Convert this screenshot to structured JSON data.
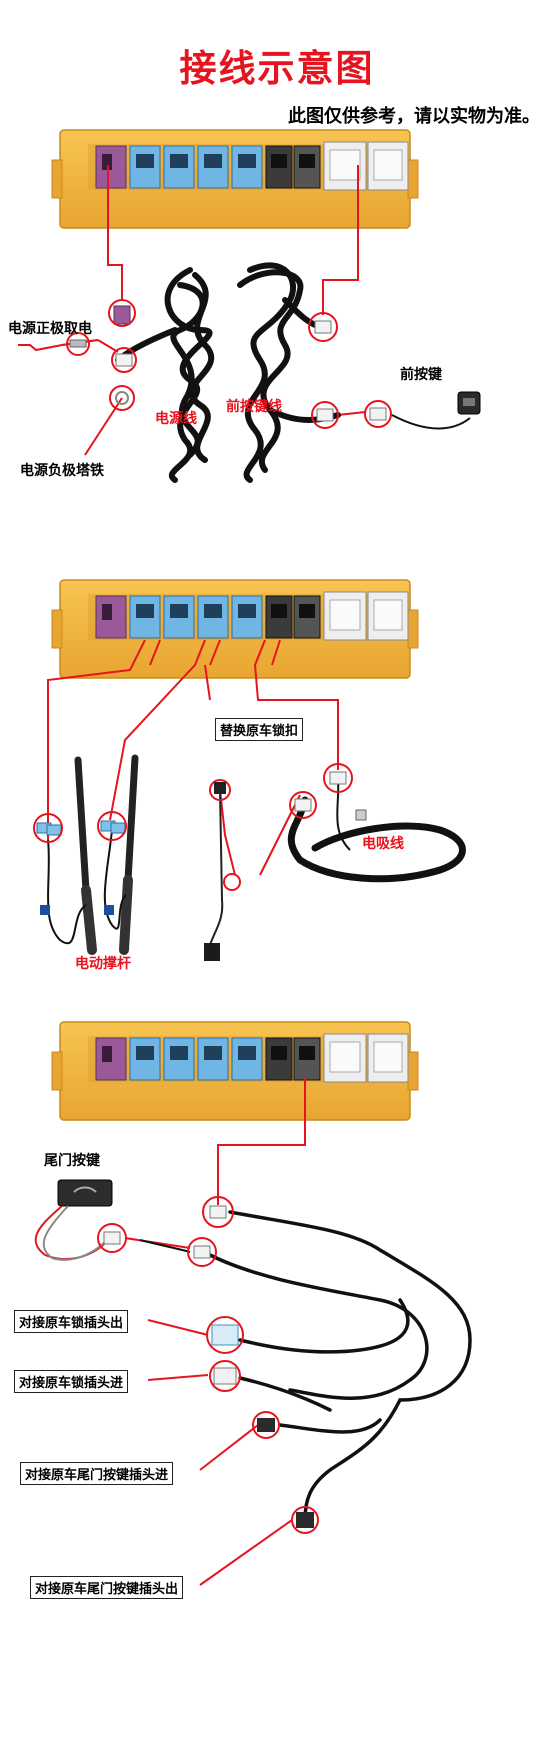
{
  "header": {
    "title": "接线示意图",
    "subtitle": "此图仅供参考，请以实物为准。"
  },
  "section1": {
    "labels": {
      "power_positive": "电源正极取电",
      "power_negative": "电源负极塔铁",
      "power_cable": "电源线",
      "front_key_cable": "前按键线",
      "front_key": "前按键"
    }
  },
  "section2": {
    "labels": {
      "replace_lock": "替换原车锁扣",
      "strut": "电动撑杆",
      "suction": "电吸线"
    }
  },
  "section3": {
    "labels": {
      "tail_button": "尾门按键",
      "lock_out": "对接原车锁插头出",
      "lock_in": "对接原车锁插头进",
      "tail_key_in": "对接原车尾门按键插头进",
      "tail_key_out": "对接原车尾门按键插头出"
    }
  },
  "colors": {
    "title_red": "#e6141e",
    "box_orange": "#f4b23c",
    "port_purple": "#9a5a9a",
    "port_blue": "#6fb6e4",
    "port_dark": "#3b3b3b",
    "port_white": "#e9e9e9",
    "line_red": "#e6141e",
    "cable_black": "#111111"
  }
}
